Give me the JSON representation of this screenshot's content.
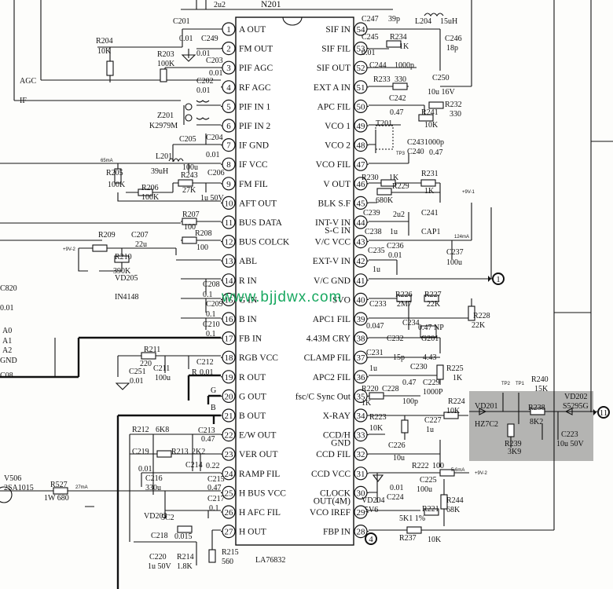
{
  "title": "N201",
  "chip": "LA76832",
  "supply": "2u2",
  "watermark": "www.bjjdwx.com",
  "pins_left": [
    {
      "n": "1",
      "label": "A OUT"
    },
    {
      "n": "2",
      "label": "FM OUT"
    },
    {
      "n": "3",
      "label": "PIF AGC"
    },
    {
      "n": "4",
      "label": "RF AGC"
    },
    {
      "n": "5",
      "label": "PIF IN 1"
    },
    {
      "n": "6",
      "label": "PIF IN 2"
    },
    {
      "n": "7",
      "label": "IF GND"
    },
    {
      "n": "8",
      "label": "IF VCC"
    },
    {
      "n": "9",
      "label": "FM FIL"
    },
    {
      "n": "10",
      "label": "AFT OUT"
    },
    {
      "n": "11",
      "label": "BUS  DATA"
    },
    {
      "n": "12",
      "label": "BUS COLCK"
    },
    {
      "n": "13",
      "label": "ABL"
    },
    {
      "n": "14",
      "label": "R IN"
    },
    {
      "n": "15",
      "label": "G IN"
    },
    {
      "n": "16",
      "label": "B IN"
    },
    {
      "n": "17",
      "label": "FB IN"
    },
    {
      "n": "18",
      "label": "RGB VCC"
    },
    {
      "n": "19",
      "label": "R OUT"
    },
    {
      "n": "20",
      "label": "G OUT"
    },
    {
      "n": "21",
      "label": "B OUT"
    },
    {
      "n": "22",
      "label": "E/W OUT"
    },
    {
      "n": "23",
      "label": "VER OUT"
    },
    {
      "n": "24",
      "label": "RAMP FIL"
    },
    {
      "n": "25",
      "label": "H BUS VCC"
    },
    {
      "n": "26",
      "label": "H AFC FIL"
    },
    {
      "n": "27",
      "label": "H OUT"
    }
  ],
  "pins_right": [
    {
      "n": "54",
      "label": "SIF IN"
    },
    {
      "n": "53",
      "label": "SIF  FIL"
    },
    {
      "n": "52",
      "label": "SIF OUT"
    },
    {
      "n": "51",
      "label": "EXT A IN"
    },
    {
      "n": "50",
      "label": "APC FIL"
    },
    {
      "n": "49",
      "label": "VCO 1"
    },
    {
      "n": "48",
      "label": "VCO 2"
    },
    {
      "n": "47",
      "label": "VCO FIL"
    },
    {
      "n": "46",
      "label": "V OUT"
    },
    {
      "n": "45",
      "label": "BLK  S.F"
    },
    {
      "n": "44",
      "label": "INT-V IN"
    },
    {
      "n": "43",
      "label": "V/C VCC"
    },
    {
      "n": "42",
      "label": "EXT-V IN"
    },
    {
      "n": "41",
      "label": "V/C GND"
    },
    {
      "n": "40",
      "label": "SVO"
    },
    {
      "n": "39",
      "label": "APC1 FIL"
    },
    {
      "n": "38",
      "label": "4.43M CRY"
    },
    {
      "n": "37",
      "label": "CLAMP FIL"
    },
    {
      "n": "36",
      "label": "APC2 FIL"
    },
    {
      "n": "35",
      "label": "fsc/C Sync Out"
    },
    {
      "n": "34",
      "label": "X-RAY"
    },
    {
      "n": "33",
      "label": "CCD/H"
    },
    {
      "n": "32",
      "label": "CCD FIL"
    },
    {
      "n": "31",
      "label": "CCD VCC"
    },
    {
      "n": "30",
      "label": "CLOCK"
    },
    {
      "n": "29",
      "label": "VCO IREF"
    },
    {
      "n": "28",
      "label": "FBP IN"
    }
  ],
  "pin_sublabels": {
    "p44": "S-C IN",
    "p33": "GND",
    "p30": "OUT(4M)"
  },
  "left_labels": [
    {
      "id": "c201",
      "text": "C201"
    },
    {
      "id": "c201v",
      "text": "0.01"
    },
    {
      "id": "c249",
      "text": "C249"
    },
    {
      "id": "c249v",
      "text": "0.01"
    },
    {
      "id": "r204",
      "text": "R204"
    },
    {
      "id": "r204v",
      "text": "10K"
    },
    {
      "id": "r203",
      "text": "R203"
    },
    {
      "id": "r203v",
      "text": "100K"
    },
    {
      "id": "c203",
      "text": "C203"
    },
    {
      "id": "c203v",
      "text": "0.01"
    },
    {
      "id": "agc",
      "text": "AGC"
    },
    {
      "id": "c202",
      "text": "C202"
    },
    {
      "id": "c202v",
      "text": "0.01"
    },
    {
      "id": "if",
      "text": "IF"
    },
    {
      "id": "z201",
      "text": "Z201"
    },
    {
      "id": "k2979",
      "text": "K2979M"
    },
    {
      "id": "c205",
      "text": "C205"
    },
    {
      "id": "c204",
      "text": "C204"
    },
    {
      "id": "c204v",
      "text": "0.01"
    },
    {
      "id": "ma65",
      "text": "65mA"
    },
    {
      "id": "l201",
      "text": "L201"
    },
    {
      "id": "l201v",
      "text": "39uH"
    },
    {
      "id": "c205v",
      "text": "100u"
    },
    {
      "id": "r205",
      "text": "R205"
    },
    {
      "id": "r205v",
      "text": "100K"
    },
    {
      "id": "r243",
      "text": "R243"
    },
    {
      "id": "r243v",
      "text": "27K"
    },
    {
      "id": "c206",
      "text": "C206"
    },
    {
      "id": "c206v",
      "text": "1u 50V"
    },
    {
      "id": "r206",
      "text": "R206"
    },
    {
      "id": "r206v",
      "text": "100K"
    },
    {
      "id": "r207",
      "text": "R207"
    },
    {
      "id": "r207v",
      "text": "100"
    },
    {
      "id": "r208",
      "text": "R208"
    },
    {
      "id": "r208v",
      "text": "100"
    },
    {
      "id": "r209",
      "text": "R209"
    },
    {
      "id": "c207",
      "text": "C207"
    },
    {
      "id": "c207v",
      "text": "22u"
    },
    {
      "id": "v9",
      "text": "+9V-2"
    },
    {
      "id": "r210",
      "text": "R210"
    },
    {
      "id": "r210v",
      "text": "390K"
    },
    {
      "id": "vd205",
      "text": "VD205"
    },
    {
      "id": "in4148",
      "text": "IN4148"
    },
    {
      "id": "c820",
      "text": "C820"
    },
    {
      "id": "c820v",
      "text": "0.01"
    },
    {
      "id": "a0",
      "text": "A0"
    },
    {
      "id": "a1",
      "text": "A1"
    },
    {
      "id": "a2",
      "text": "A2"
    },
    {
      "id": "gnd",
      "text": "GND"
    },
    {
      "id": "c08",
      "text": "C08"
    },
    {
      "id": "c208",
      "text": "C208"
    },
    {
      "id": "c208v",
      "text": "0.1"
    },
    {
      "id": "c209",
      "text": "C209"
    },
    {
      "id": "c209v",
      "text": "0.1"
    },
    {
      "id": "c210",
      "text": "C210"
    },
    {
      "id": "c210v",
      "text": "0.1"
    },
    {
      "id": "r211",
      "text": "R211"
    },
    {
      "id": "r211v",
      "text": "220"
    },
    {
      "id": "c251",
      "text": "C251"
    },
    {
      "id": "c251v",
      "text": "0.01"
    },
    {
      "id": "c211",
      "text": "C211"
    },
    {
      "id": "c211v",
      "text": "100u"
    },
    {
      "id": "c212",
      "text": "C212"
    },
    {
      "id": "c212v",
      "text": "0.01"
    },
    {
      "id": "c212r",
      "text": "R"
    },
    {
      "id": "g",
      "text": "G"
    },
    {
      "id": "b",
      "text": "B"
    },
    {
      "id": "r212",
      "text": "R212"
    },
    {
      "id": "r212v",
      "text": "6K8"
    },
    {
      "id": "c213",
      "text": "C213"
    },
    {
      "id": "c213v",
      "text": "0.47"
    },
    {
      "id": "c219",
      "text": "C219"
    },
    {
      "id": "c219v",
      "text": "0.01"
    },
    {
      "id": "r213",
      "text": "R213"
    },
    {
      "id": "r213v",
      "text": "2K2"
    },
    {
      "id": "c214",
      "text": "C214"
    },
    {
      "id": "c214v",
      "text": "0.22"
    },
    {
      "id": "v506",
      "text": "V506"
    },
    {
      "id": "sa1015",
      "text": "2SA1015"
    },
    {
      "id": "r527",
      "text": "R527"
    },
    {
      "id": "r527v",
      "text": "1W 680"
    },
    {
      "id": "ma27",
      "text": "27mA"
    },
    {
      "id": "c216",
      "text": "C216"
    },
    {
      "id": "c216v",
      "text": "330u"
    },
    {
      "id": "c215",
      "text": "C215"
    },
    {
      "id": "c215v",
      "text": "0.47"
    },
    {
      "id": "vd203",
      "text": "VD203"
    },
    {
      "id": "c217",
      "text": "C217"
    },
    {
      "id": "c217v",
      "text": "0.1"
    },
    {
      "id": "c218",
      "text": "C218"
    },
    {
      "id": "c218v",
      "text": "0.015"
    },
    {
      "id": "c220",
      "text": "C220"
    },
    {
      "id": "c220v",
      "text": "1u 50V"
    },
    {
      "id": "r214",
      "text": "R214"
    },
    {
      "id": "r214v",
      "text": "1.8K"
    },
    {
      "id": "r215",
      "text": "R215"
    },
    {
      "id": "r215v",
      "text": "560"
    },
    {
      "id": "sc2",
      "text": "5C2"
    }
  ],
  "right_labels": [
    {
      "id": "c247",
      "text": "C247"
    },
    {
      "id": "c247v",
      "text": "39p"
    },
    {
      "id": "l204",
      "text": "L204"
    },
    {
      "id": "l204v",
      "text": "15uH"
    },
    {
      "id": "c245",
      "text": "C245"
    },
    {
      "id": "r234",
      "text": "R234"
    },
    {
      "id": "r234v",
      "text": "1K"
    },
    {
      "id": "c245v",
      "text": "0.01"
    },
    {
      "id": "c246",
      "text": "C246"
    },
    {
      "id": "c246v",
      "text": "18p"
    },
    {
      "id": "c244",
      "text": "C244"
    },
    {
      "id": "c244v",
      "text": "1000p"
    },
    {
      "id": "r233",
      "text": "R233"
    },
    {
      "id": "r233v",
      "text": "330"
    },
    {
      "id": "c250",
      "text": "C250"
    },
    {
      "id": "c250v",
      "text": "10u 16V"
    },
    {
      "id": "c242",
      "text": "C242"
    },
    {
      "id": "c242v",
      "text": "0.47"
    },
    {
      "id": "r232",
      "text": "R232"
    },
    {
      "id": "r232v",
      "text": "330"
    },
    {
      "id": "r241",
      "text": "R241"
    },
    {
      "id": "r241v",
      "text": "10K"
    },
    {
      "id": "t201",
      "text": "T201"
    },
    {
      "id": "c243",
      "text": "C243"
    },
    {
      "id": "c243v",
      "text": "1000p"
    },
    {
      "id": "tp3",
      "text": "TP3"
    },
    {
      "id": "c240",
      "text": "C240"
    },
    {
      "id": "c240v",
      "text": "0.47"
    },
    {
      "id": "r230",
      "text": "R230"
    },
    {
      "id": "r230v",
      "text": "1K"
    },
    {
      "id": "r231",
      "text": "R231"
    },
    {
      "id": "r231v",
      "text": "1K"
    },
    {
      "id": "r229",
      "text": "R229"
    },
    {
      "id": "r229v",
      "text": "680K"
    },
    {
      "id": "c239",
      "text": "C239"
    },
    {
      "id": "c239v",
      "text": "2u2"
    },
    {
      "id": "c241",
      "text": "C241"
    },
    {
      "id": "c241v",
      "text": "CAP1"
    },
    {
      "id": "c238",
      "text": "C238"
    },
    {
      "id": "c238v",
      "text": "1u"
    },
    {
      "id": "v9r",
      "text": "+9V-1"
    },
    {
      "id": "ma124",
      "text": "124mA"
    },
    {
      "id": "c236",
      "text": "C236"
    },
    {
      "id": "c236v",
      "text": "0.01"
    },
    {
      "id": "c235",
      "text": "C235"
    },
    {
      "id": "c235v",
      "text": "1u"
    },
    {
      "id": "c237",
      "text": "C237"
    },
    {
      "id": "c237v",
      "text": "100u"
    },
    {
      "id": "r226",
      "text": "R226"
    },
    {
      "id": "r226v",
      "text": "2M7"
    },
    {
      "id": "r227",
      "text": "R227"
    },
    {
      "id": "r227v",
      "text": "22K"
    },
    {
      "id": "c233",
      "text": "C233"
    },
    {
      "id": "c233v",
      "text": "0.047"
    },
    {
      "id": "c234",
      "text": "C234"
    },
    {
      "id": "c234v",
      "text": "0.47 NP"
    },
    {
      "id": "r228",
      "text": "R228"
    },
    {
      "id": "r228v",
      "text": "22K"
    },
    {
      "id": "c232",
      "text": "C232"
    },
    {
      "id": "g201",
      "text": "G201"
    },
    {
      "id": "c231",
      "text": "C231"
    },
    {
      "id": "c231v",
      "text": "1u"
    },
    {
      "id": "c232v",
      "text": "15p"
    },
    {
      "id": "g201v",
      "text": "4.43"
    },
    {
      "id": "c230",
      "text": "C230"
    },
    {
      "id": "c230v",
      "text": "0.47"
    },
    {
      "id": "r225",
      "text": "R225"
    },
    {
      "id": "r225v",
      "text": "1K"
    },
    {
      "id": "c229",
      "text": "C229"
    },
    {
      "id": "c229v",
      "text": "1000P"
    },
    {
      "id": "r220",
      "text": "R220"
    },
    {
      "id": "r220v",
      "text": "1K"
    },
    {
      "id": "c228",
      "text": "C228"
    },
    {
      "id": "c228v",
      "text": "100p"
    },
    {
      "id": "r224",
      "text": "R224"
    },
    {
      "id": "r224v",
      "text": "10K"
    },
    {
      "id": "r223",
      "text": "R223"
    },
    {
      "id": "r223v",
      "text": "10K"
    },
    {
      "id": "c227",
      "text": "C227"
    },
    {
      "id": "c227v",
      "text": "1u"
    },
    {
      "id": "c226",
      "text": "C226"
    },
    {
      "id": "c226v",
      "text": "10u"
    },
    {
      "id": "r222",
      "text": "R222"
    },
    {
      "id": "r222v",
      "text": "100"
    },
    {
      "id": "c225",
      "text": "C225"
    },
    {
      "id": "c225v",
      "text": "100u"
    },
    {
      "id": "ma56",
      "text": "5.6mA"
    },
    {
      "id": "v9b",
      "text": "+9V-2"
    },
    {
      "id": "c224",
      "text": "C224"
    },
    {
      "id": "c224v",
      "text": "0.01"
    },
    {
      "id": "vd204",
      "text": "VD204"
    },
    {
      "id": "vd204v",
      "text": "5V6"
    },
    {
      "id": "r244",
      "text": "R244"
    },
    {
      "id": "r244v",
      "text": "68K"
    },
    {
      "id": "r221",
      "text": "R221"
    },
    {
      "id": "r221v",
      "text": "5K1 1%"
    },
    {
      "id": "r237",
      "text": "R237"
    },
    {
      "id": "r237v",
      "text": "10K"
    },
    {
      "id": "tp2",
      "text": "TP2"
    },
    {
      "id": "tp1",
      "text": "TP1"
    },
    {
      "id": "r240",
      "text": "R240"
    },
    {
      "id": "r240v",
      "text": "15K"
    },
    {
      "id": "vd202",
      "text": "VD202"
    },
    {
      "id": "vd202v",
      "text": "S5295G"
    },
    {
      "id": "vd201",
      "text": "VD201"
    },
    {
      "id": "vd201v",
      "text": "HZ7C2"
    },
    {
      "id": "r238",
      "text": "R238"
    },
    {
      "id": "r238v",
      "text": "8K2"
    },
    {
      "id": "c223",
      "text": "C223"
    },
    {
      "id": "c223v",
      "text": "10u 50V"
    },
    {
      "id": "r239",
      "text": "R239"
    },
    {
      "id": "r239v",
      "text": "3K9"
    }
  ],
  "connectors": [
    {
      "id": "con1",
      "text": "1"
    },
    {
      "id": "con4",
      "text": "4"
    },
    {
      "id": "con11",
      "text": "11"
    }
  ]
}
